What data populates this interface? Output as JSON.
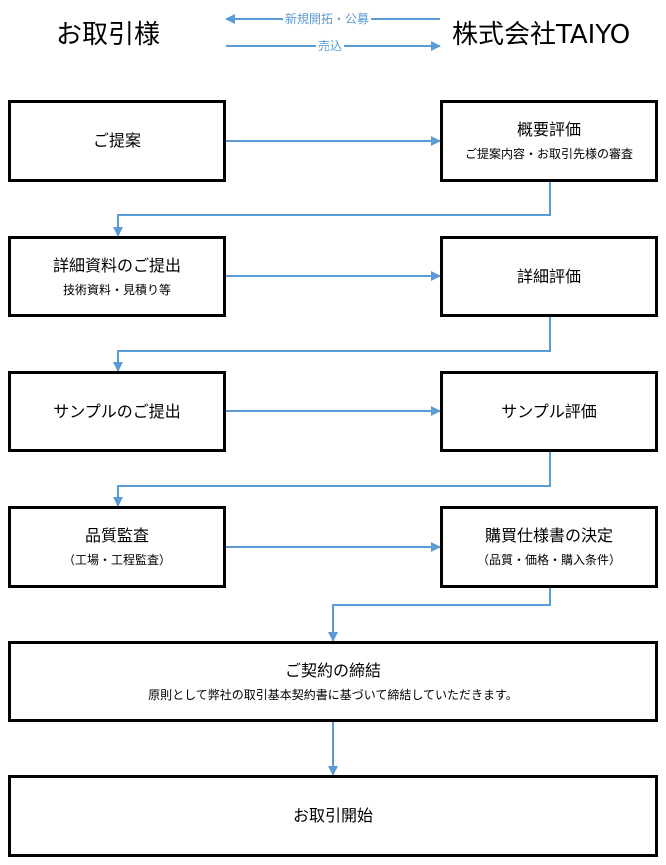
{
  "parties": {
    "left": "お取引様",
    "right": "株式会社TAIYO"
  },
  "top_arrows": {
    "upper_label": "新規開拓・公募",
    "lower_label": "売込"
  },
  "steps": {
    "proposal": {
      "main": "ご提案"
    },
    "overview_eval": {
      "main": "概要評価",
      "sub": "ご提案内容・お取引先様の審査"
    },
    "detail_submit": {
      "main": "詳細資料のご提出",
      "sub": "技術資料・見積り等"
    },
    "detail_eval": {
      "main": "詳細評価"
    },
    "sample_submit": {
      "main": "サンプルのご提出"
    },
    "sample_eval": {
      "main": "サンプル評価"
    },
    "quality_audit": {
      "main": "品質監査",
      "sub": "（工場・工程監査）"
    },
    "purchase_spec": {
      "main": "購買仕様書の決定",
      "sub": "（品質・価格・購入条件）"
    },
    "contract": {
      "main": "ご契約の締結",
      "sub": "原則として弊社の取引基本契約書に基づいて締結していただきます。"
    },
    "start": {
      "main": "お取引開始"
    }
  },
  "colors": {
    "arrow": "#5b9bd5",
    "box_border": "#000000"
  }
}
